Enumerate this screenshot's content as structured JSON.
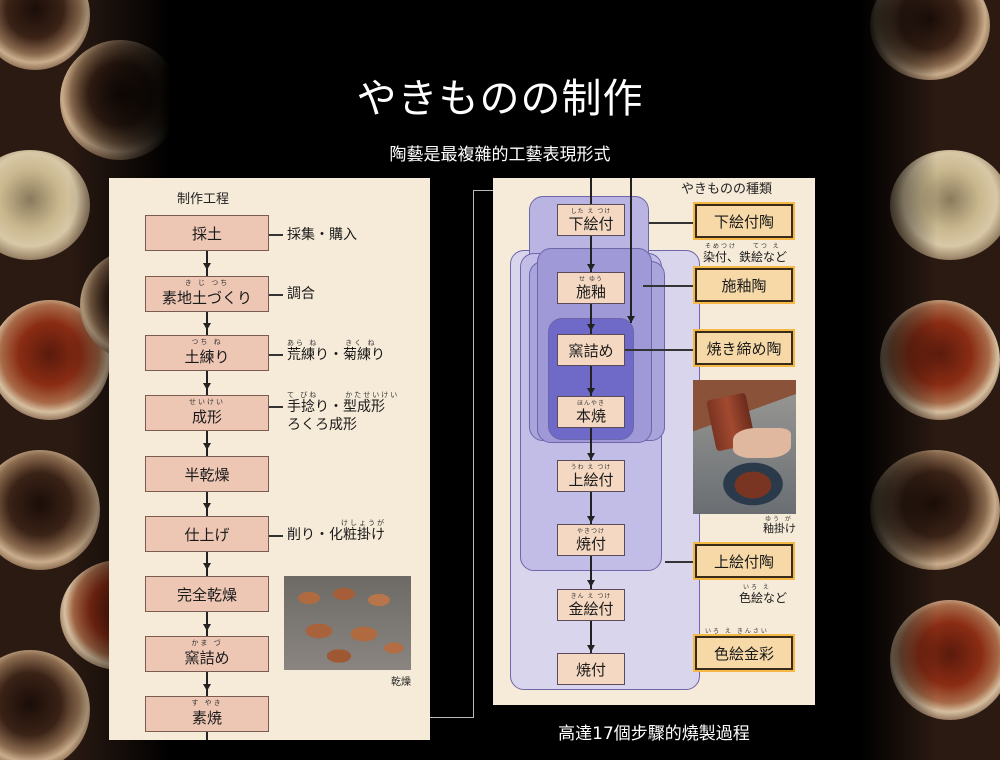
{
  "header": {
    "title": "やきものの制作",
    "subtitle": "陶藝是最複雜的工藝表現形式"
  },
  "caption": "高達17個步驟的燒製過程",
  "left_panel": {
    "heading": "制作工程",
    "steps": [
      {
        "label": "採土",
        "ruby": ""
      },
      {
        "label": "素地土づくり",
        "ruby": "き じ つち"
      },
      {
        "label": "土練り",
        "ruby": "つち ね"
      },
      {
        "label": "成形",
        "ruby": "せいけい"
      },
      {
        "label": "半乾燥",
        "ruby": ""
      },
      {
        "label": "仕上げ",
        "ruby": ""
      },
      {
        "label": "完全乾燥",
        "ruby": ""
      },
      {
        "label": "窯詰め",
        "ruby": "かま づ"
      },
      {
        "label": "素焼",
        "ruby": "す やき"
      }
    ],
    "notes": [
      {
        "text": "採集・購入",
        "ruby": ""
      },
      {
        "text": "調合",
        "ruby": ""
      },
      {
        "text": "荒練り・菊練り",
        "ruby": "あら ね　　　きく ね"
      },
      {
        "text": "手捻り・型成形",
        "ruby": "て びね　　　かたせいけい"
      },
      {
        "text": "ろくろ成形",
        "ruby": ""
      },
      {
        "text": "削り・化粧掛け",
        "ruby": "けしょうが"
      }
    ],
    "photo_caption": "乾燥"
  },
  "right_panel": {
    "heading": "やきものの種類",
    "steps": [
      {
        "label": "下絵付",
        "ruby": "した え つけ"
      },
      {
        "label": "施釉",
        "ruby": "せ ゆう"
      },
      {
        "label": "窯詰め",
        "ruby": ""
      },
      {
        "label": "本焼",
        "ruby": "ほんやき"
      },
      {
        "label": "上絵付",
        "ruby": "うわ え つけ"
      },
      {
        "label": "焼付",
        "ruby": "やきつけ"
      },
      {
        "label": "金絵付",
        "ruby": "きん え つけ"
      },
      {
        "label": "焼付",
        "ruby": ""
      }
    ],
    "types": [
      {
        "label": "下絵付陶",
        "note": "染付、鉄絵など",
        "note_ruby": "そめつけ　　てつ え"
      },
      {
        "label": "施釉陶",
        "note": "",
        "note_ruby": ""
      },
      {
        "label": "焼き締め陶",
        "note": "",
        "note_ruby": ""
      },
      {
        "label": "上絵付陶",
        "note": "色絵など",
        "note_ruby": "いろ え"
      },
      {
        "label": "色絵金彩",
        "note": "",
        "note_ruby": "いろ え きんさい"
      }
    ],
    "photo_caption": "釉掛け",
    "photo_caption_ruby": "ゆう が"
  },
  "colors": {
    "step_fill_left": "#eec7b4",
    "step_fill_right": "#f4d8c2",
    "type_fill": "#f7d9a8",
    "type_outline": "#f3b845",
    "group_light": "#cfcbe8",
    "group_mid": "#a9a4dc",
    "group_deep": "#6f6ac8"
  }
}
